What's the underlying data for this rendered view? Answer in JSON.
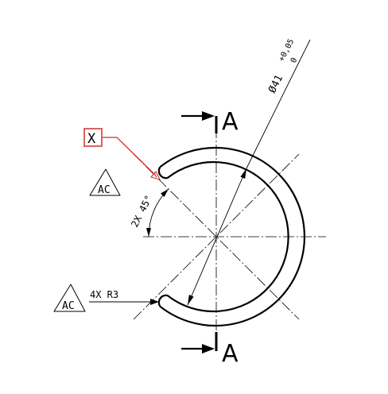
{
  "section": {
    "letter_top": "A",
    "letter_bottom": "A"
  },
  "datum": {
    "label": "X",
    "color": "#d32f2f"
  },
  "dimensions": {
    "diameter": "Ø41",
    "tol_upper": "+0,05",
    "tol_lower": "0",
    "angle": "2X 45°",
    "radius": "4X R3"
  },
  "symbols": {
    "finish_top": "AC",
    "finish_bottom": "AC"
  },
  "colors": {
    "line": "#000000",
    "accent": "#d32f2f"
  }
}
